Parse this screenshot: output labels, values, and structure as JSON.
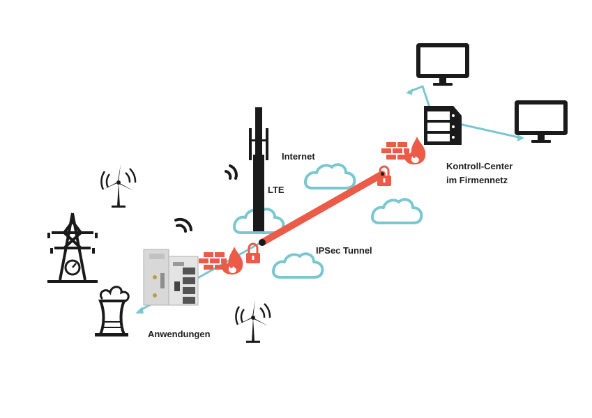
{
  "labels": {
    "internet": "Internet",
    "lte": "LTE",
    "ipsec_tunnel": "IPSec Tunnel",
    "control_center_line1": "Kontroll-Center",
    "control_center_line2": "im Firmennetz",
    "applications": "Anwendungen"
  },
  "colors": {
    "accent_red": "#ec5a48",
    "link_teal": "#79c7cf",
    "icon_dark": "#1a1a1a",
    "device_gray": "#d8d8d8"
  },
  "icons": [
    "cell-tower-icon",
    "wind-turbine-icon",
    "power-pylon-icon",
    "cooling-tower-icon",
    "cloud-icon",
    "firewall-icon",
    "lock-icon",
    "server-icon",
    "monitor-icon",
    "router-device"
  ]
}
